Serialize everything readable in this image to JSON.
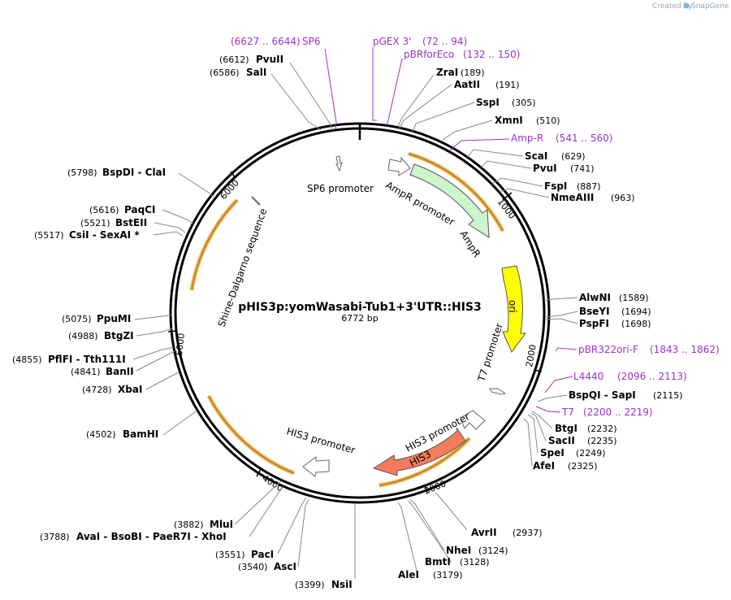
{
  "watermark": {
    "created_by": "Created by",
    "brand": "SnapGene"
  },
  "plasmid": {
    "name": "pHIS3p:yomWasabi-Tub1+3'UTR::HIS3",
    "size": "6772 bp"
  },
  "ticks": [
    {
      "label": "1000",
      "value": 1000
    },
    {
      "label": "2000",
      "value": 2000
    },
    {
      "label": "3000",
      "value": 3000
    },
    {
      "label": "4000",
      "value": 4000
    },
    {
      "label": "5000",
      "value": 5000
    },
    {
      "label": "6000",
      "value": 6000
    }
  ],
  "features": [
    {
      "label": "SP6 promoter",
      "color": "#ffffff"
    },
    {
      "label": "AmpR promoter",
      "color": "#ffffff"
    },
    {
      "label": "AmpR",
      "color": "#ccf5cc"
    },
    {
      "label": "ori",
      "color": "#ffff00"
    },
    {
      "label": "T7 promoter",
      "color": "#ffffff"
    },
    {
      "label": "HIS3 promoter",
      "color": "#ffffff"
    },
    {
      "label": "HIS3",
      "color": "#f47c5a"
    },
    {
      "label": "HIS3 promoter",
      "color": "#ffffff"
    },
    {
      "label": "Shine-Dalgarno sequence",
      "color": "#ffffff"
    }
  ],
  "orf_color": "#f2b24a",
  "primer_color": "#9932cc",
  "primers": [
    {
      "name": "SP6",
      "range": "(6627 .. 6644)"
    },
    {
      "name": "pGEX 3'",
      "range": "(72 .. 94)"
    },
    {
      "name": "pBRforEco",
      "range": "(132 .. 150)"
    },
    {
      "name": "Amp-R",
      "range": "(541 .. 560)"
    },
    {
      "name": "pBR322ori-F",
      "range": "(1843 .. 1862)"
    },
    {
      "name": "L4440",
      "range": "(2096 .. 2113)"
    },
    {
      "name": "T7",
      "range": "(2200 .. 2219)"
    }
  ],
  "enzymes": [
    {
      "name": "PvuII",
      "pos": "(6612)"
    },
    {
      "name": "SalI",
      "pos": "(6586)"
    },
    {
      "name": "ZraI",
      "pos": "(189)"
    },
    {
      "name": "AatII",
      "pos": "(191)"
    },
    {
      "name": "SspI",
      "pos": "(305)"
    },
    {
      "name": "XmnI",
      "pos": "(510)"
    },
    {
      "name": "ScaI",
      "pos": "(629)"
    },
    {
      "name": "PvuI",
      "pos": "(741)"
    },
    {
      "name": "FspI",
      "pos": "(887)"
    },
    {
      "name": "NmeAIII",
      "pos": "(963)"
    },
    {
      "name": "BspDI  -  ClaI",
      "pos": "(5798)"
    },
    {
      "name": "PaqCI",
      "pos": "(5616)"
    },
    {
      "name": "BstEII",
      "pos": "(5521)"
    },
    {
      "name": "CsiI  -  SexAI *",
      "pos": "(5517)"
    },
    {
      "name": "AlwNI",
      "pos": "(1589)"
    },
    {
      "name": "BseYI",
      "pos": "(1694)"
    },
    {
      "name": "PspFI",
      "pos": "(1698)"
    },
    {
      "name": "PpuMI",
      "pos": "(5075)"
    },
    {
      "name": "BtgZI",
      "pos": "(4988)"
    },
    {
      "name": "PflFI  -  Tth111I",
      "pos": "(4855)"
    },
    {
      "name": "BanII",
      "pos": "(4841)"
    },
    {
      "name": "XbaI",
      "pos": "(4728)"
    },
    {
      "name": "BspQI  -  SapI",
      "pos": "(2115)"
    },
    {
      "name": "BtgI",
      "pos": "(2232)"
    },
    {
      "name": "SacII",
      "pos": "(2235)"
    },
    {
      "name": "SpeI",
      "pos": "(2249)"
    },
    {
      "name": "AfeI",
      "pos": "(2325)"
    },
    {
      "name": "BamHI",
      "pos": "(4502)"
    },
    {
      "name": "MluI",
      "pos": "(3882)"
    },
    {
      "name": "AvaI  -  BsoBI  -  PaeR7I  -  XhoI",
      "pos": "(3788)"
    },
    {
      "name": "AvrII",
      "pos": "(2937)"
    },
    {
      "name": "PacI",
      "pos": "(3551)"
    },
    {
      "name": "AscI",
      "pos": "(3540)"
    },
    {
      "name": "NheI",
      "pos": "(3124)"
    },
    {
      "name": "BmtI",
      "pos": "(3128)"
    },
    {
      "name": "AleI",
      "pos": "(3179)"
    },
    {
      "name": "NsiI",
      "pos": "(3399)"
    }
  ]
}
